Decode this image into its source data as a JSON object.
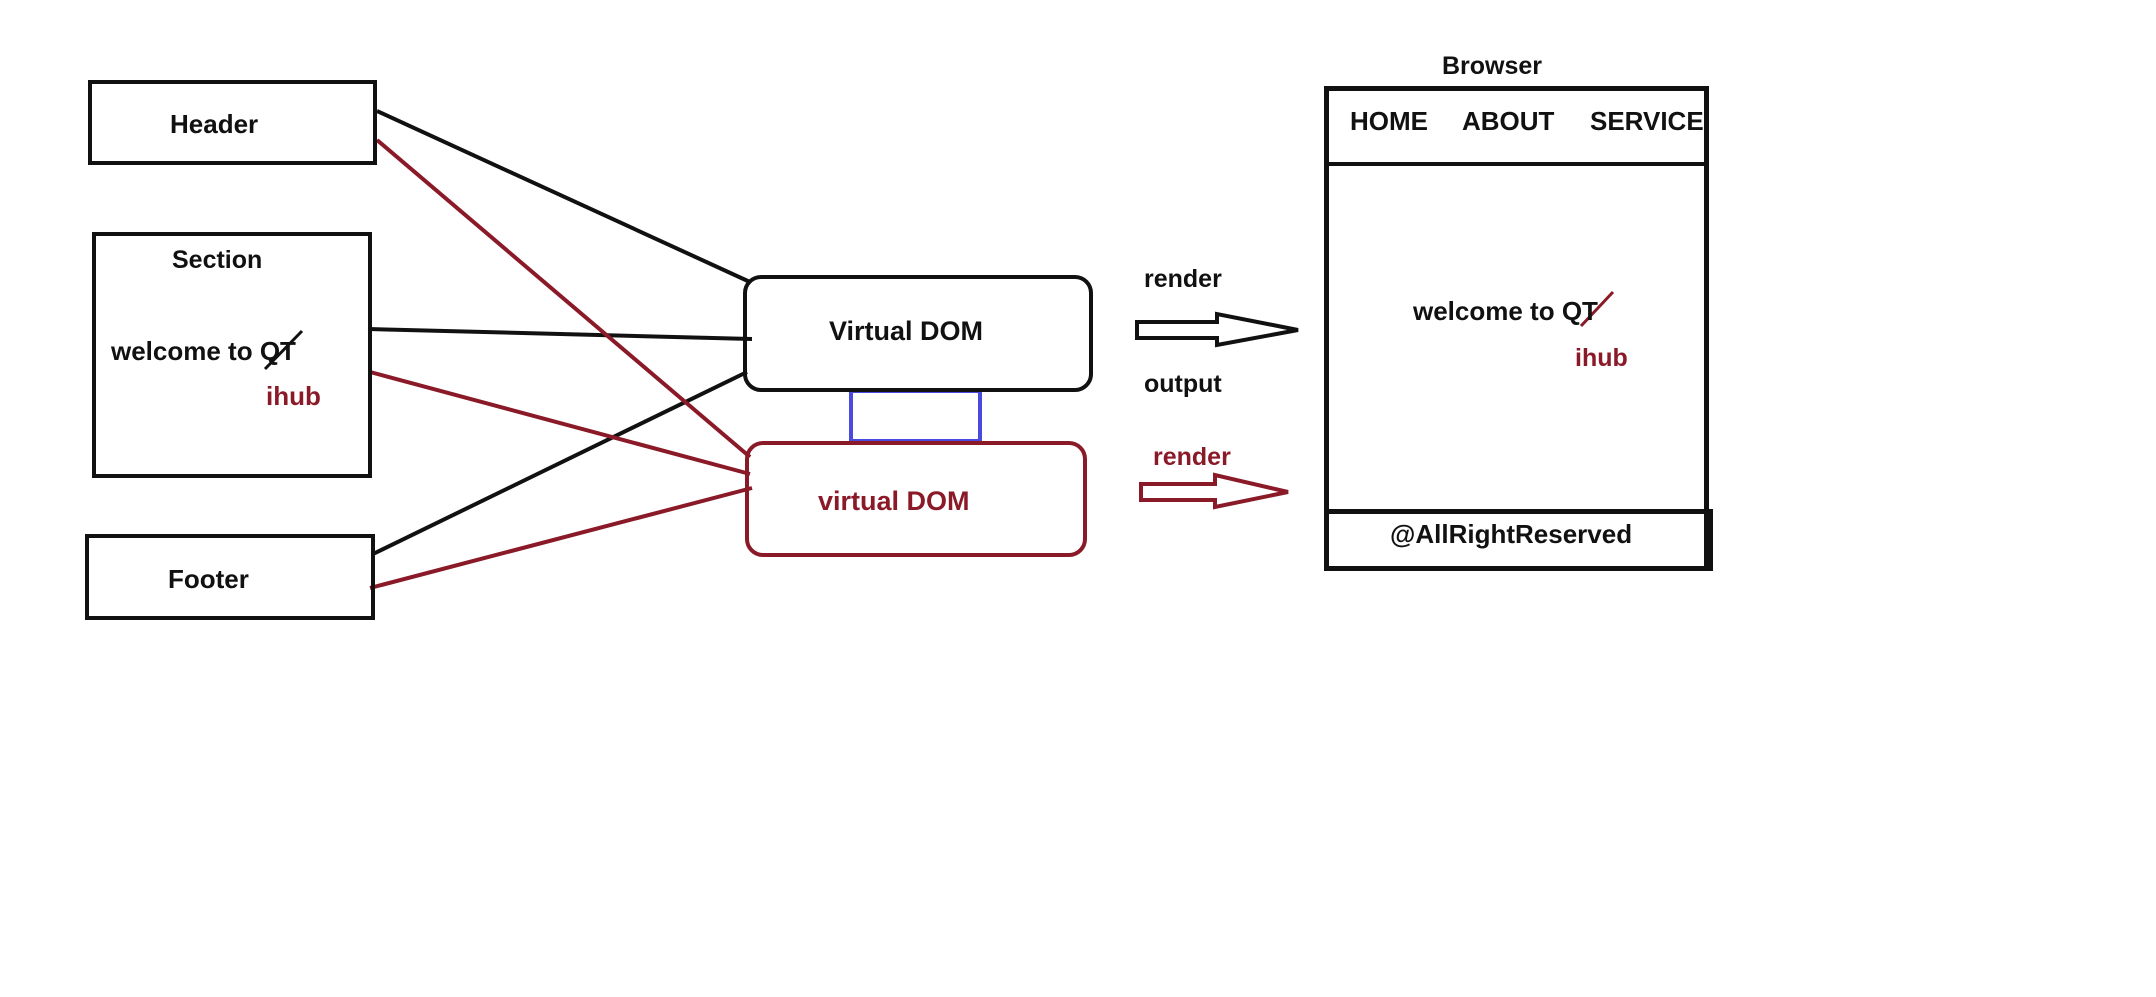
{
  "colors": {
    "black": "#111111",
    "red": "#8b1a28",
    "blue": "#4a4adf"
  },
  "components": {
    "header_label": "Header",
    "section_label": "Section",
    "section_text_prefix": "welcome to",
    "section_text_struck": "QT",
    "section_text_replacement": "ihub",
    "footer_label": "Footer"
  },
  "vdom": {
    "old_label": "Virtual DOM",
    "new_label": "virtual DOM"
  },
  "arrows": {
    "render_label": "render",
    "output_label": "output",
    "render_red_label": "render"
  },
  "browser": {
    "title": "Browser",
    "nav": [
      "HOME",
      "ABOUT",
      "SERVICE"
    ],
    "welcome_prefix": "welcome to",
    "welcome_struck": "QT",
    "welcome_replacement": "ihub",
    "footer_text": "@AllRightReserved"
  }
}
